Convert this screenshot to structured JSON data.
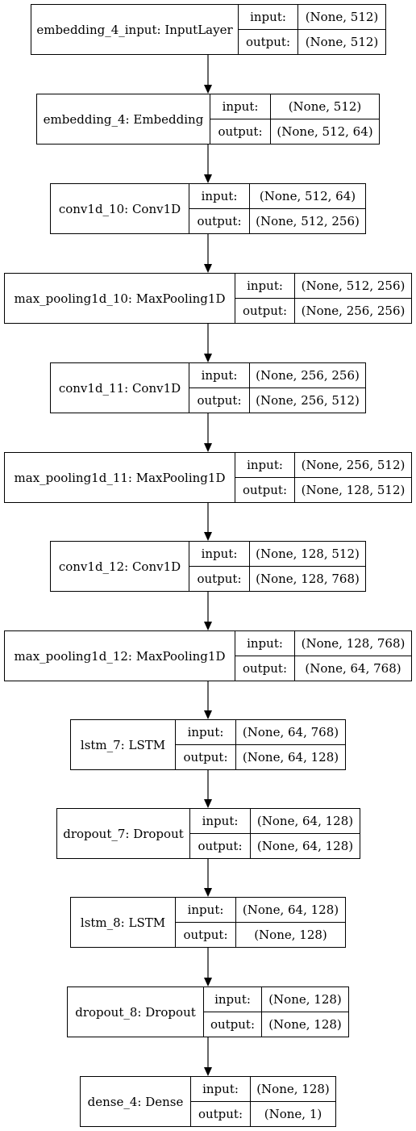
{
  "layers": [
    {
      "name": "embedding_4_input: InputLayer",
      "input_label": "input:",
      "output_label": "output:",
      "input": "(None, 512)",
      "output": "(None, 512)"
    },
    {
      "name": "embedding_4: Embedding",
      "input_label": "input:",
      "output_label": "output:",
      "input": "(None, 512)",
      "output": "(None, 512, 64)"
    },
    {
      "name": "conv1d_10: Conv1D",
      "input_label": "input:",
      "output_label": "output:",
      "input": "(None, 512, 64)",
      "output": "(None, 512, 256)"
    },
    {
      "name": "max_pooling1d_10: MaxPooling1D",
      "input_label": "input:",
      "output_label": "output:",
      "input": "(None, 512, 256)",
      "output": "(None, 256, 256)"
    },
    {
      "name": "conv1d_11: Conv1D",
      "input_label": "input:",
      "output_label": "output:",
      "input": "(None, 256, 256)",
      "output": "(None, 256, 512)"
    },
    {
      "name": "max_pooling1d_11: MaxPooling1D",
      "input_label": "input:",
      "output_label": "output:",
      "input": "(None, 256, 512)",
      "output": "(None, 128, 512)"
    },
    {
      "name": "conv1d_12: Conv1D",
      "input_label": "input:",
      "output_label": "output:",
      "input": "(None, 128, 512)",
      "output": "(None, 128, 768)"
    },
    {
      "name": "max_pooling1d_12: MaxPooling1D",
      "input_label": "input:",
      "output_label": "output:",
      "input": "(None, 128, 768)",
      "output": "(None, 64, 768)"
    },
    {
      "name": "lstm_7: LSTM",
      "input_label": "input:",
      "output_label": "output:",
      "input": "(None, 64, 768)",
      "output": "(None, 64, 128)"
    },
    {
      "name": "dropout_7: Dropout",
      "input_label": "input:",
      "output_label": "output:",
      "input": "(None, 64, 128)",
      "output": "(None, 64, 128)"
    },
    {
      "name": "lstm_8: LSTM",
      "input_label": "input:",
      "output_label": "output:",
      "input": "(None, 64, 128)",
      "output": "(None, 128)"
    },
    {
      "name": "dropout_8: Dropout",
      "input_label": "input:",
      "output_label": "output:",
      "input": "(None, 128)",
      "output": "(None, 128)"
    },
    {
      "name": "dense_4: Dense",
      "input_label": "input:",
      "output_label": "output:",
      "input": "(None, 128)",
      "output": "(None, 1)"
    }
  ]
}
